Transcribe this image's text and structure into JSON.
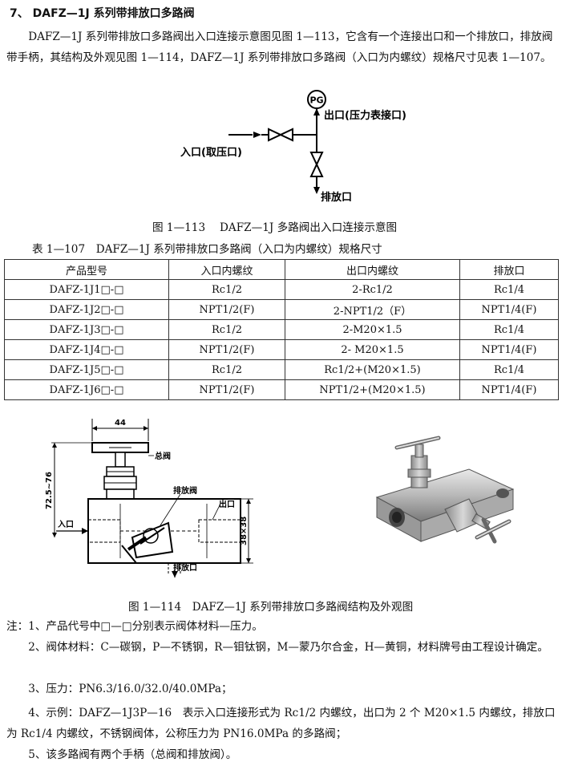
{
  "heading": "7、 DAFZ—1J 系列带排放口多路阀",
  "intro": "DAFZ—1J 系列带排放口多路阀出入口连接示意图见图 1—113，它含有一个连接出口和一个排放口，排放阀带手柄，其结构及外观见图 1—114，DAFZ—1J 系列带排放口多路阀（入口为内螺纹）规格尺寸见表 1—107。",
  "figure113": {
    "pg": "PG",
    "outlet_label": "出口(压力表接口)",
    "inlet_label": "入口(取压口)",
    "drain_label": "排放口",
    "caption": "图 1—113　 DAFZ—1J 多路阀出入口连接示意图"
  },
  "table": {
    "caption": "表 1—107　DAFZ—1J 系列带排放口多路阀（入口为内螺纹）规格尺寸",
    "headers": [
      "产品型号",
      "入口内螺纹",
      "出口内螺纹",
      "排放口"
    ],
    "rows": [
      [
        "DAFZ-1J1□-□",
        "Rc1/2",
        "2-Rc1/2",
        "Rc1/4"
      ],
      [
        "DAFZ-1J2□-□",
        "NPT1/2(F)",
        "2-NPT1/2（F）",
        "NPT1/4(F)"
      ],
      [
        "DAFZ-1J3□-□",
        "Rc1/2",
        "2-M20×1.5",
        "Rc1/4"
      ],
      [
        "DAFZ-1J4□-□",
        "NPT1/2(F)",
        "2- M20×1.5",
        "NPT1/4(F)"
      ],
      [
        "DAFZ-1J5□-□",
        "Rc1/2",
        "Rc1/2+(M20×1.5)",
        "Rc1/4"
      ],
      [
        "DAFZ-1J6□-□",
        "NPT1/2(F)",
        "NPT1/2+(M20×1.5)",
        "NPT1/4(F)"
      ]
    ]
  },
  "figure114": {
    "dim_width": "44",
    "dim_height": "72.5~76",
    "dim_body": "38×38",
    "label_main_valve": "总阀",
    "label_drain_valve": "排放阀",
    "label_outlet": "出口",
    "label_inlet": "入口",
    "label_drain": "排放口",
    "caption": "图 1—114　DAFZ—1J 系列带排放口多路阀结构及外观图"
  },
  "notes": [
    "注：1、产品代号中□—□分别表示阀体材料—压力。",
    "2、阀体材料：C—碳钢，P—不锈钢，R—钼钛钢，M—蒙乃尔合金，H—黄铜，材料牌号由工程设计确定。",
    "3、压力：PN6.3/16.0/32.0/40.0MPa；",
    "4、示例：DAFZ—1J3P—16　表示入口连接形式为 Rc1/2 内螺纹，出口为 2 个 M20×1.5 内螺纹，排放口为 Rc1/4 内螺纹，不锈钢阀体，公称压力为 PN16.0MPa 的多路阀；",
    "5、该多路阀有两个手柄（总阀和排放阀）。"
  ]
}
